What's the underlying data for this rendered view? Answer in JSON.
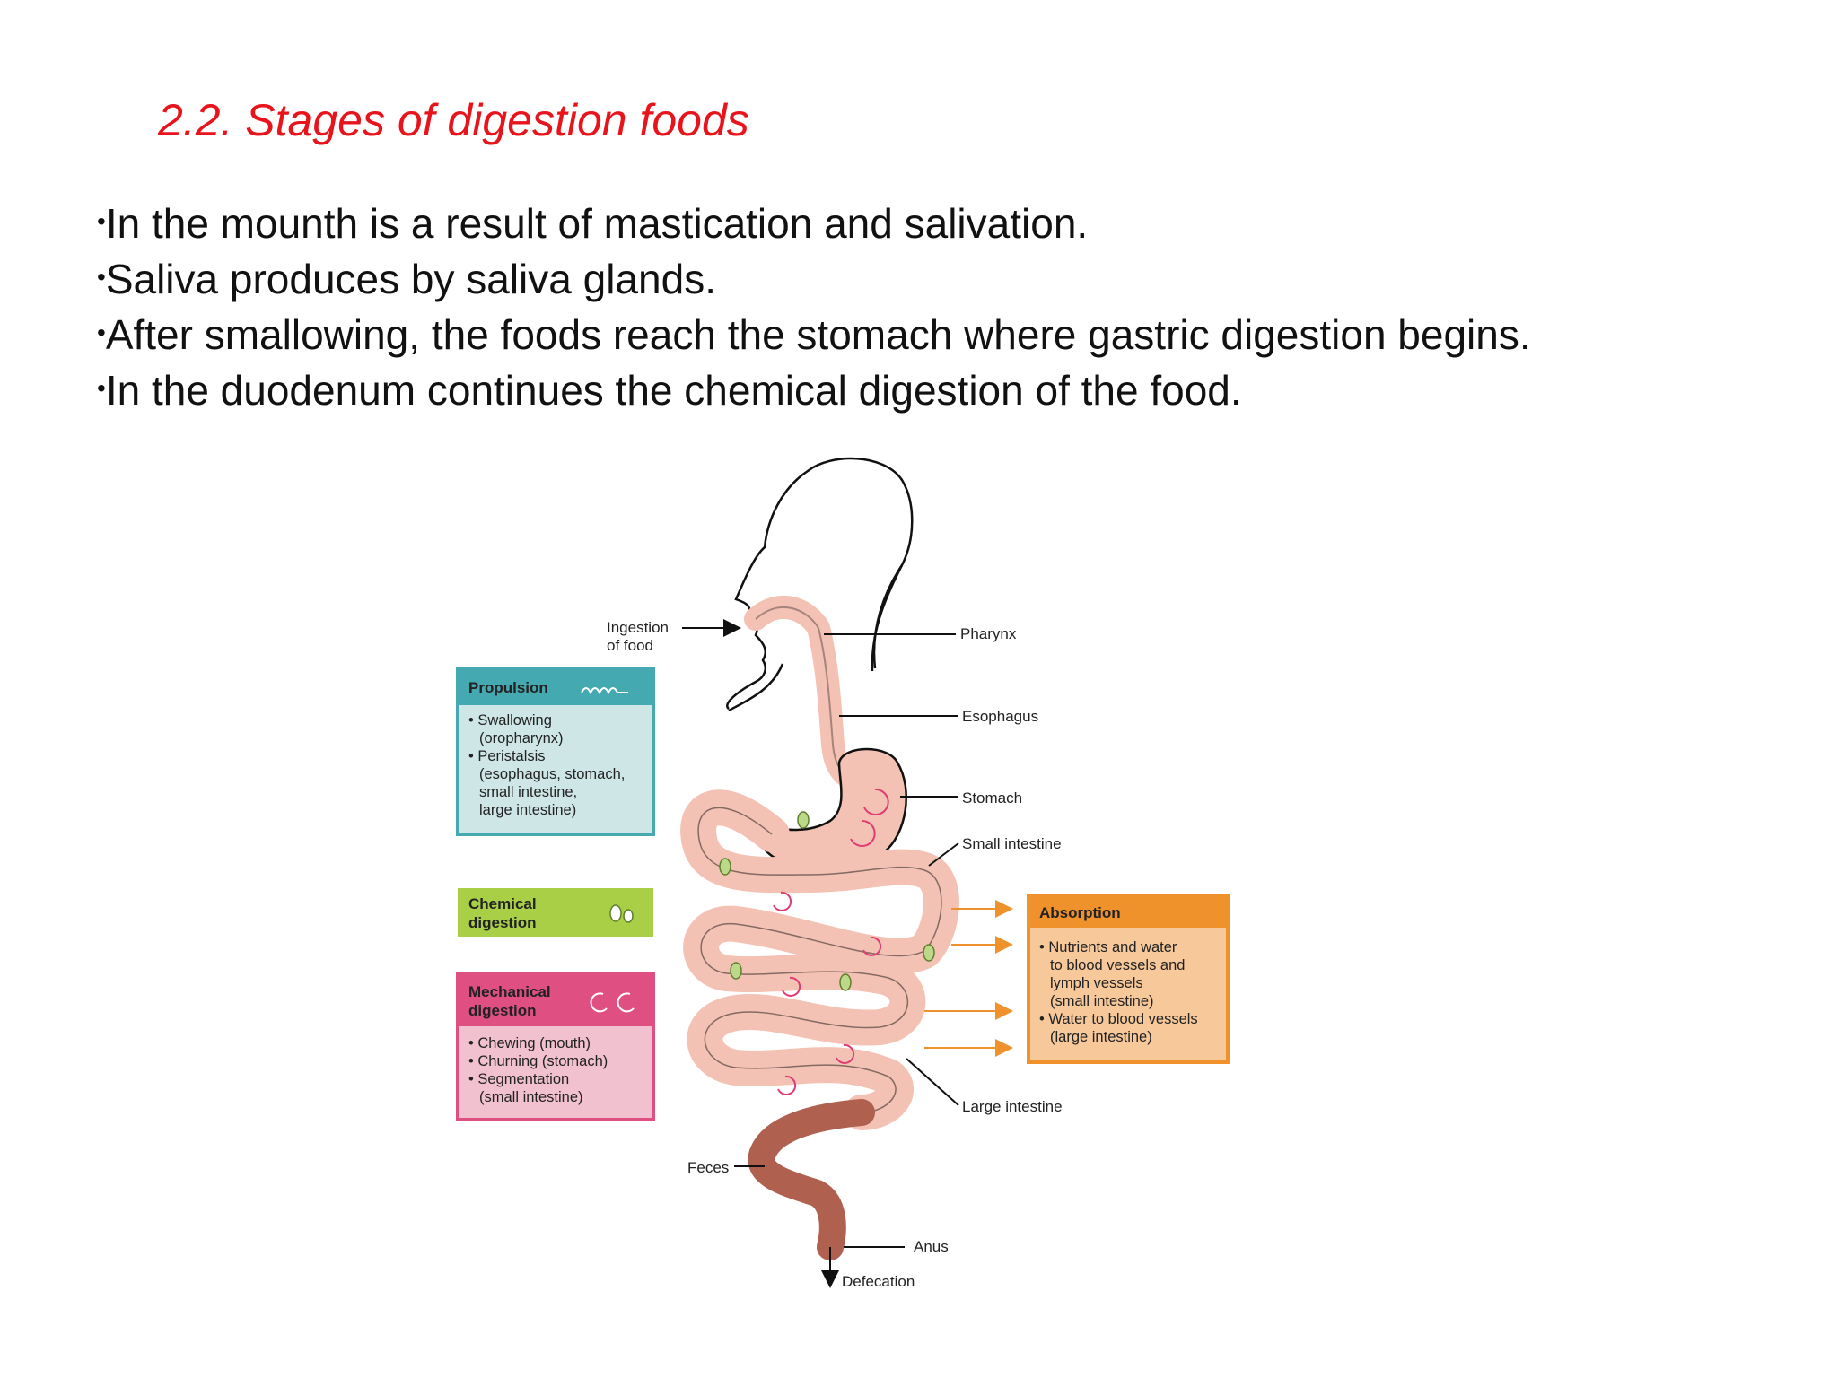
{
  "slide": {
    "title": "2.2. Stages of digestion foods",
    "bullets": [
      "In the mounth is a result of mastication and salivation.",
      "Saliva produces by saliva glands.",
      "After smallowing, the foods reach the stomach where gastric digestion begins.",
      "In the duodenum continues the chemical digestion of the food."
    ]
  },
  "diagram": {
    "labels": {
      "ingestion_1": "Ingestion",
      "ingestion_2": "of food",
      "pharynx": "Pharynx",
      "esophagus": "Esophagus",
      "stomach": "Stomach",
      "small_intestine": "Small intestine",
      "large_intestine": "Large intestine",
      "feces": "Feces",
      "anus": "Anus",
      "defecation": "Defecation"
    },
    "propulsion": {
      "title": "Propulsion",
      "lines": [
        "• Swallowing",
        "(oropharynx)",
        "• Peristalsis",
        "(esophagus, stomach,",
        "small intestine,",
        "large intestine)"
      ],
      "color": "#44a9b0"
    },
    "chemical": {
      "title_1": "Chemical",
      "title_2": "digestion",
      "color": "#a8cf45"
    },
    "mechanical": {
      "title_1": "Mechanical",
      "title_2": "digestion",
      "lines": [
        "• Chewing (mouth)",
        "• Churning (stomach)",
        "• Segmentation",
        "(small intestine)"
      ],
      "color": "#df4f82"
    },
    "absorption": {
      "title": "Absorption",
      "lines": [
        "• Nutrients and water",
        "to blood vessels and",
        "lymph vessels",
        "(small intestine)",
        "• Water to blood vessels",
        "(large intestine)"
      ],
      "color": "#f0922b"
    }
  }
}
